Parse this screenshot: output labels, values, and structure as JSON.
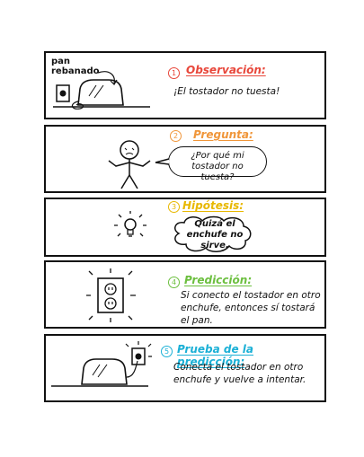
{
  "steps": [
    {
      "number": "1",
      "title": "Observación:",
      "text": "¡El tostador no tuesta!",
      "color": "#e8473b",
      "illustration_label": "pan rebanado"
    },
    {
      "number": "2",
      "title": "Pregunta:",
      "text": "¿Por qué mi tostador no tuesta?",
      "color": "#f0963a"
    },
    {
      "number": "3",
      "title": "Hipótesis:",
      "text": "Quizá el enchufe no sirve.",
      "color": "#e8b800"
    },
    {
      "number": "4",
      "title": "Predicción:",
      "text": "Si conecto el tostador en otro enchufe, entonces sí tostará el pan.",
      "color": "#6cbf3f"
    },
    {
      "number": "5",
      "title": "Prueba de la predicción:",
      "text": "Conecta el tostador en otro enchufe y vuelve a intentar.",
      "color": "#1bb0d6"
    }
  ],
  "icons": [
    "toaster-icon",
    "outlet-icon",
    "person-shrug-icon",
    "lightbulb-icon",
    "wall-outlet-icon"
  ]
}
